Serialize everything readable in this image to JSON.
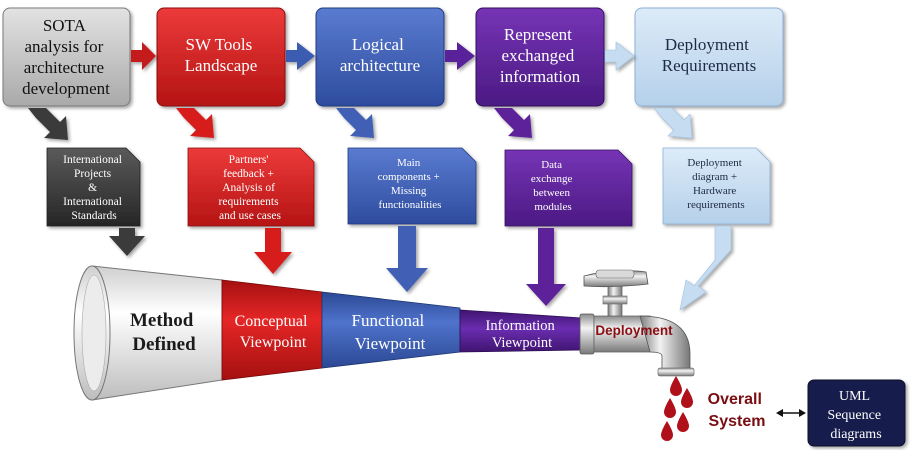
{
  "steps": [
    {
      "title_lines": [
        "SOTA",
        "analysis for",
        "architecture",
        "development"
      ],
      "note_lines": [
        "International",
        "Projects",
        "&",
        "International",
        "Standards"
      ],
      "color": "#bdbdbd"
    },
    {
      "title_lines": [
        "SW Tools",
        "Landscape"
      ],
      "note_lines": [
        "Partners'",
        "feedback +",
        "Analysis of",
        "requirements",
        "and use cases"
      ],
      "color": "#d71f1f"
    },
    {
      "title_lines": [
        "Logical",
        "architecture"
      ],
      "note_lines": [
        "Main",
        "components +",
        "Missing",
        "functionalities"
      ],
      "color": "#3f5fb5"
    },
    {
      "title_lines": [
        "Represent",
        "exchanged",
        "information"
      ],
      "note_lines": [
        "Data",
        "exchange",
        "between",
        "modules"
      ],
      "color": "#5d249a"
    },
    {
      "title_lines": [
        "Deployment",
        "Requirements"
      ],
      "note_lines": [
        "Deployment",
        "diagram +",
        "Hardware",
        "requirements"
      ],
      "color": "#c6ddf1"
    }
  ],
  "funnel": {
    "method_lines": [
      "Method",
      "Defined"
    ],
    "conceptual_lines": [
      "Conceptual",
      "Viewpoint"
    ],
    "functional_lines": [
      "Functional",
      "Viewpoint"
    ],
    "information_lines": [
      "Information",
      "Viewpoint"
    ],
    "deployment": "Deployment"
  },
  "output": {
    "overall_lines": [
      "Overall",
      "System"
    ],
    "uml_lines": [
      "UML",
      "Sequence",
      "diagrams"
    ]
  },
  "colors": {
    "dark_gray": "#3a3a3a",
    "red": "#d71f1f",
    "blue": "#3f5fb5",
    "purple": "#5d249a",
    "light_blue": "#c6ddf1",
    "drop": "#b0101a",
    "navy": "#141a4a"
  }
}
